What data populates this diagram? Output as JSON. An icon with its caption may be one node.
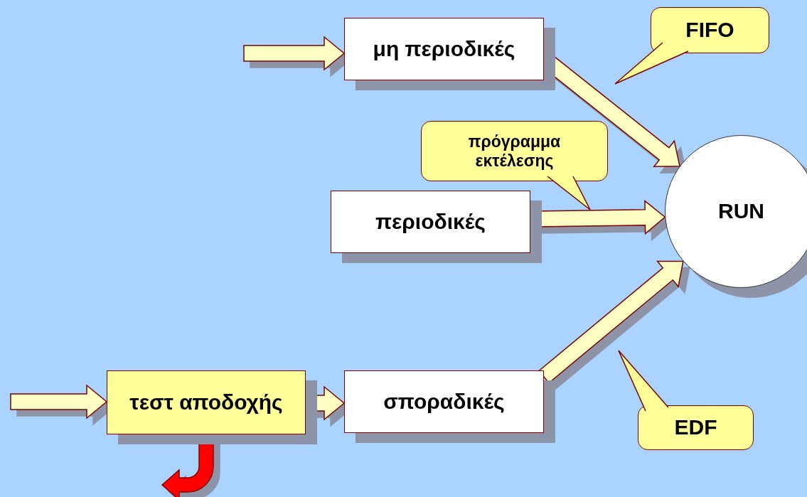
{
  "diagram": {
    "nodes": [
      {
        "text": [
          "μη περιοδικές"
        ]
      },
      {
        "text": [
          "FIFO"
        ]
      },
      {
        "text": [
          "πρόγραμμα εκτέλεσης"
        ]
      },
      {
        "text": [
          "RUN"
        ]
      },
      {
        "text": [
          "περιοδικές"
        ]
      },
      {
        "text": [
          "τεστ αποδοχής"
        ]
      },
      {
        "text": [
          "σποραδικές"
        ]
      },
      {
        "text": [
          "EDF"
        ]
      }
    ],
    "edges": [
      {
        "from": null,
        "to": 0,
        "arrow": "to"
      },
      {
        "from": 0,
        "to": 3,
        "arrow": "to"
      },
      {
        "from": 4,
        "to": 3,
        "arrow": "to"
      },
      {
        "from": null,
        "to": 5,
        "arrow": "to"
      },
      {
        "from": 5,
        "to": 6,
        "arrow": "to"
      },
      {
        "from": 6,
        "to": 3,
        "arrow": "to"
      },
      {
        "from": 5,
        "to": null,
        "arrow": "to",
        "color": "#ff0000"
      }
    ]
  }
}
